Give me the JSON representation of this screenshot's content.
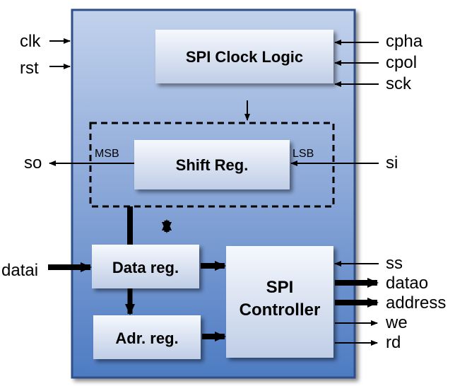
{
  "blocks": {
    "clock_logic": "SPI Clock Logic",
    "shift_reg": "Shift Reg.",
    "data_reg": "Data reg.",
    "adr_reg": "Adr. reg.",
    "controller_line1": "SPI",
    "controller_line2": "Controller"
  },
  "shift_labels": {
    "msb": "MSB",
    "lsb": "LSB"
  },
  "inputs_left": {
    "clk": "clk",
    "rst": "rst",
    "datai": "datai"
  },
  "outputs_left": {
    "so": "so"
  },
  "inputs_right": {
    "cpha": "cpha",
    "cpol": "cpol",
    "sck": "sck",
    "si": "si",
    "ss": "ss"
  },
  "outputs_right": {
    "datao": "datao",
    "address": "address",
    "we": "we",
    "rd": "rd"
  },
  "colors": {
    "outer_fill_top": "#b8c9e6",
    "outer_fill_bottom": "#5b86c7",
    "outer_border": "#2d4f8a",
    "inner_block_top": "#f4f7fc",
    "inner_block_bottom": "#bccbe5"
  }
}
